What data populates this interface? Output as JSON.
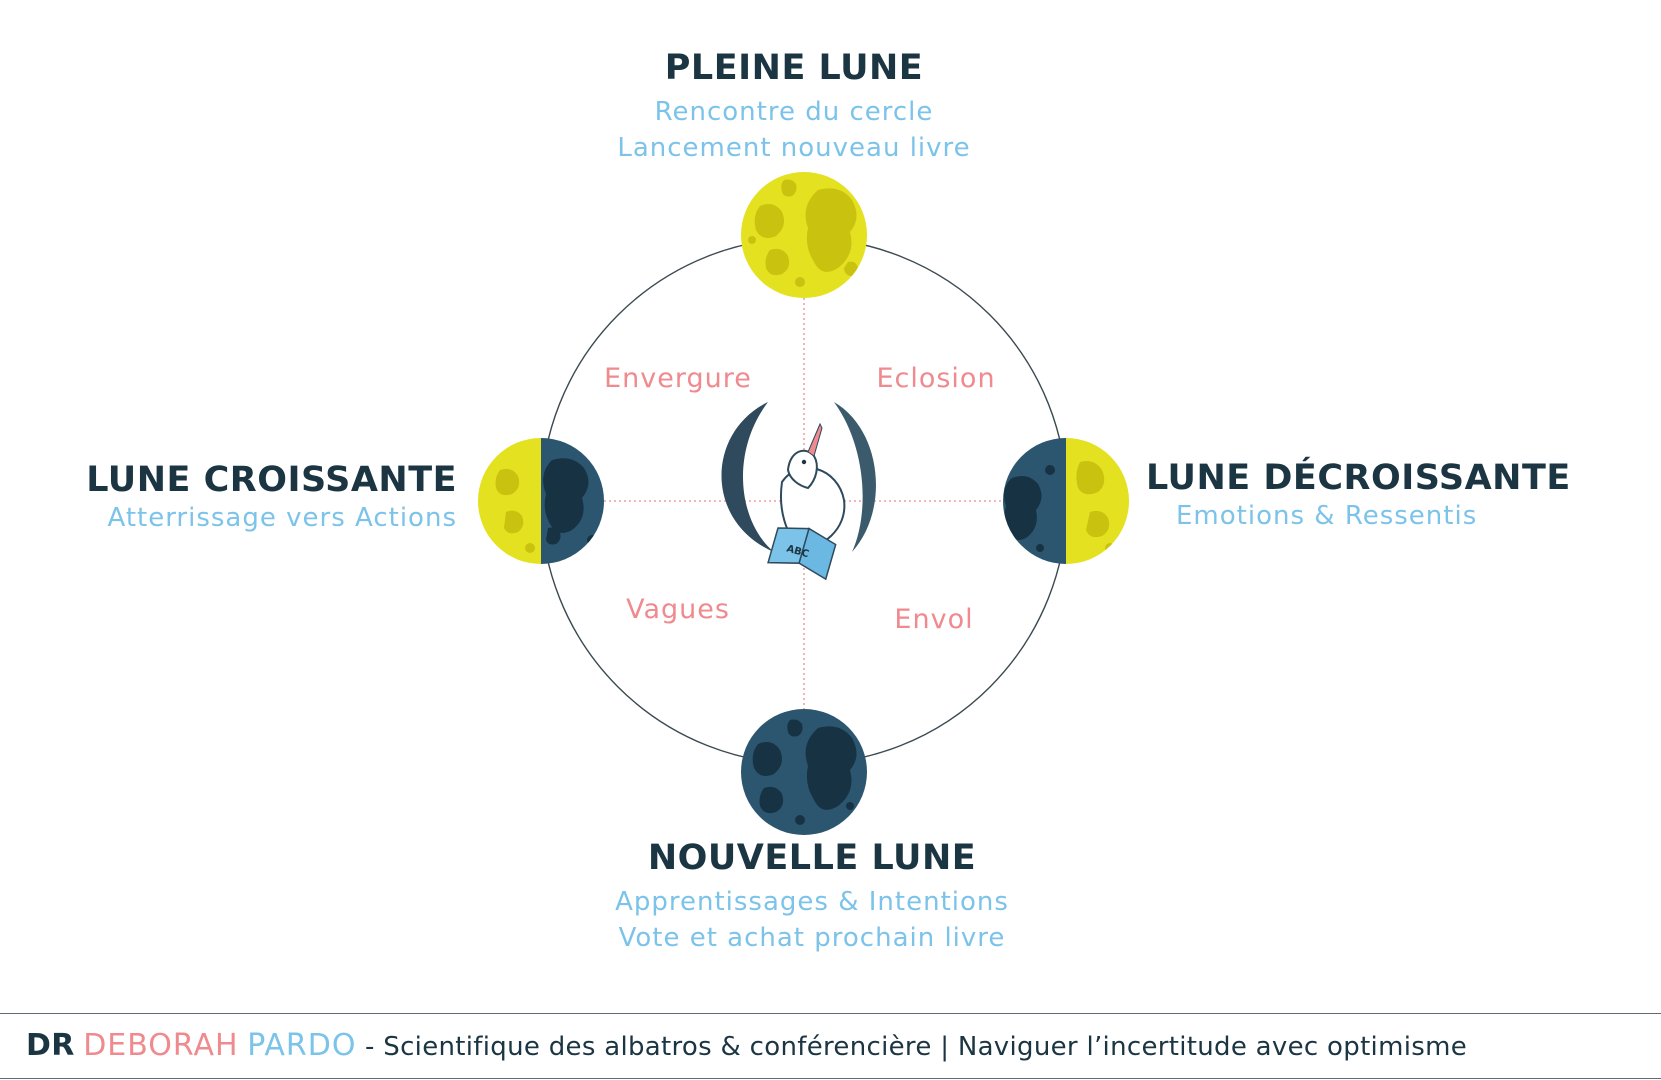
{
  "phases": {
    "full": {
      "title": "PLEINE LUNE",
      "lines": [
        "Rencontre du cercle",
        "Lancement nouveau livre"
      ]
    },
    "waxing": {
      "title": "LUNE CROISSANTE",
      "lines": [
        "Atterrissage vers Actions"
      ]
    },
    "waning": {
      "title": "LUNE DÉCROISSANTE",
      "lines": [
        "Emotions & Ressentis"
      ]
    },
    "new": {
      "title": "NOUVELLE LUNE",
      "lines": [
        "Apprentissages & Intentions",
        "Vote et achat prochain livre"
      ]
    }
  },
  "quadrants": {
    "top_left": "Envergure",
    "top_right": "Eclosion",
    "bottom_left": "Vagues",
    "bottom_right": "Envol"
  },
  "logo": {
    "book_text": "ABC",
    "icon": "albatross-reading-book-icon"
  },
  "footer": {
    "title_prefix": "DR",
    "first_name": "DEBORAH",
    "last_name": "PARDO",
    "tagline": " - Scientifique des albatros & conférencière | Naviguer l’incertitude avec optimisme"
  },
  "colors": {
    "navy": "#1b3542",
    "sky": "#7cc3ea",
    "coral": "#ef8a8f",
    "moon_yellow": "#e4e120",
    "moon_dark": "#2c566f"
  }
}
